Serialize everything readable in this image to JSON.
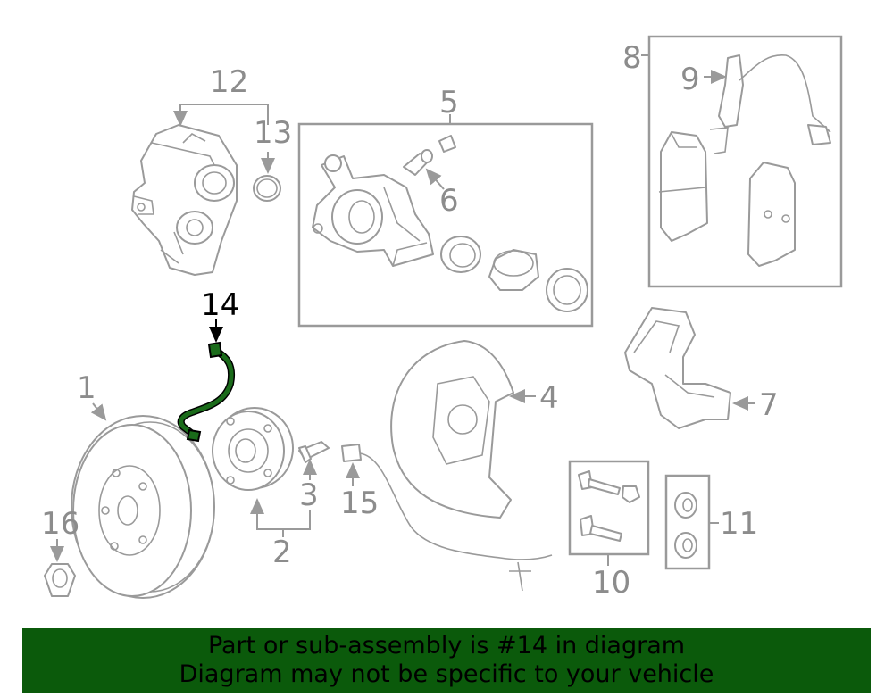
{
  "diagram": {
    "highlighted_part": "14",
    "callouts": [
      "1",
      "2",
      "3",
      "4",
      "5",
      "6",
      "7",
      "8",
      "9",
      "10",
      "11",
      "12",
      "13",
      "14",
      "15",
      "16"
    ],
    "colors": {
      "line": "#9a9a9a",
      "highlight": "#1a6b1a",
      "banner": "#0b5a0b"
    }
  },
  "banner": {
    "line1": "Part or sub-assembly is #14 in diagram",
    "line2": "Diagram may not be specific to your vehicle"
  }
}
